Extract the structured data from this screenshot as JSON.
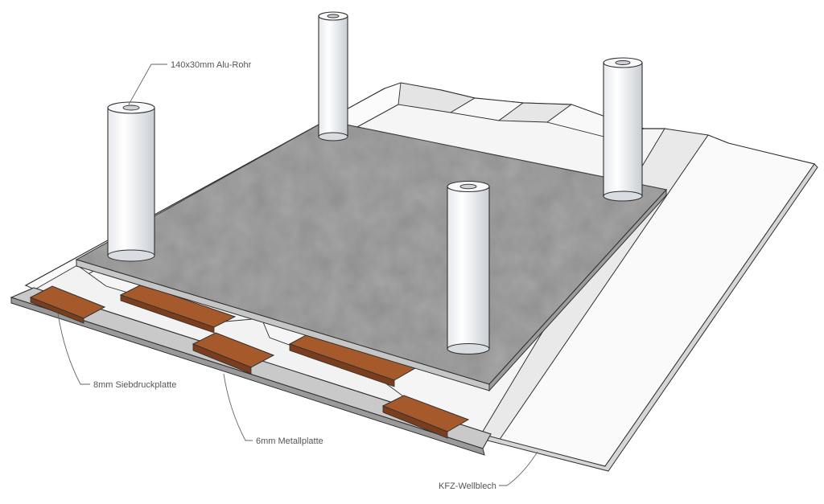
{
  "labels": {
    "tube": "140x30mm Alu-Rohr",
    "screen_board": "8mm Siebdruckplatte",
    "metal_plate": "6mm Metallplatte",
    "corrugated_sheet": "KFZ-Wellblech"
  },
  "colors": {
    "outline": "#2f2f2f",
    "corrugated": "#f4f4f4",
    "corrugated_shade": "#dcdcdc",
    "metal_plate": "#8f8f8f",
    "metal_plate_edge": "#6f6f6f",
    "wood": "#a0522d",
    "wood_side": "#7a3d1e",
    "tube": "#f6f6f8",
    "tube_shade": "#cfd3d8",
    "leader": "#666666"
  }
}
